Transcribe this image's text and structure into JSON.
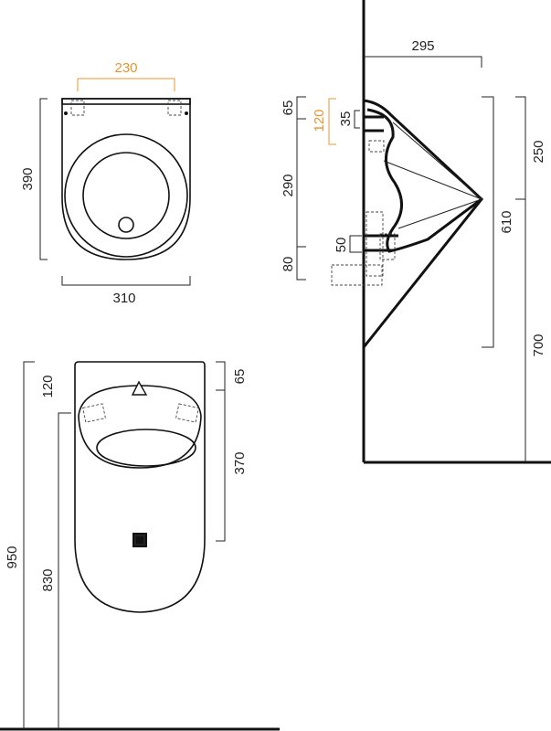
{
  "top_view": {
    "width_inner": "230",
    "depth": "390",
    "width_outer": "310"
  },
  "front_view": {
    "total_height": "950",
    "rim_offset": "120",
    "floor_to_rim": "830",
    "top_to_inlet": "65",
    "inlet_to_outlet": "370"
  },
  "side_view": {
    "projection": "295",
    "top_to_inlet": "65",
    "inlet_zone": "120",
    "inlet_pipe": "35",
    "inlet_to_outlet": "290",
    "outlet_pipe": "50",
    "outlet_to_bottom": "80",
    "upper_height": "250",
    "body_height": "610",
    "floor_to_bottom": "700"
  },
  "colors": {
    "line": "#111111",
    "accent": "#e8952e"
  }
}
